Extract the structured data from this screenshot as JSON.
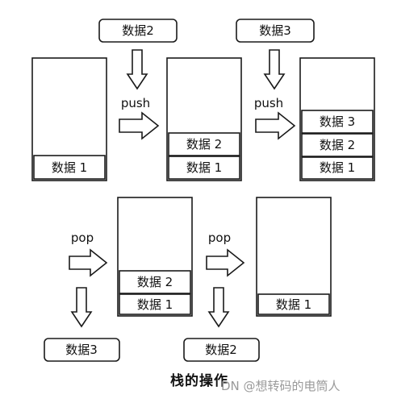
{
  "labels": {
    "d1": "数据1",
    "d2": "数据2",
    "d3": "数据3",
    "d3_spaced": "数据 3",
    "d2_spaced": "数据 2",
    "d1_spaced": "数据 1"
  },
  "ops": {
    "push": "push",
    "pop": "pop"
  },
  "caption": "栈的操作",
  "watermark": "DN @想转码的电筒人"
}
